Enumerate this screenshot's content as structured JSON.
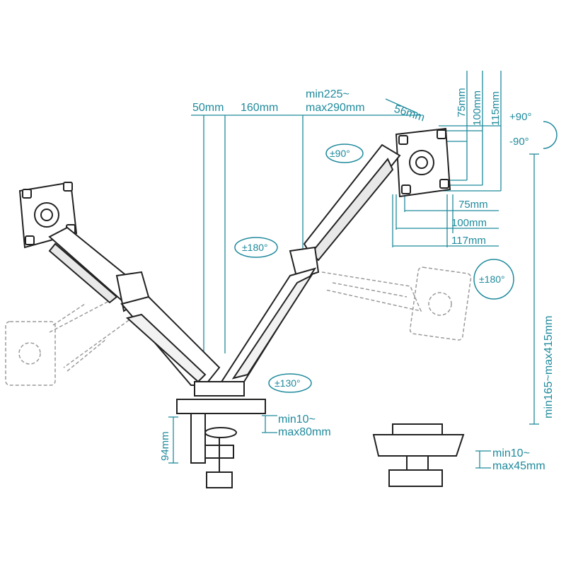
{
  "colors": {
    "dimension": "#1f8a9c",
    "line": "#222222",
    "ghost": "#9a9a9a",
    "fill_light": "#ffffff"
  },
  "top_dims": {
    "d50": "50mm",
    "d160": "160mm",
    "reach_min": "min225~",
    "reach_max": "max290mm",
    "d56": "56mm"
  },
  "vesa_vertical": {
    "v75": "75mm",
    "v100": "100mm",
    "v115": "115mm"
  },
  "vesa_horizontal": {
    "h75": "75mm",
    "h100": "100mm",
    "h117": "117mm"
  },
  "tilt": {
    "up": "+90°",
    "down": "-90°"
  },
  "rotations": {
    "swivel_90": "±90°",
    "swivel_180_left": "±180°",
    "swivel_180_right": "±180°",
    "swivel_130": "±130°"
  },
  "height_range": "min165~max415mm",
  "clamp": {
    "height": "94mm",
    "desk_min": "min10~",
    "desk_max": "max80mm"
  },
  "grommet": {
    "desk_min": "min10~",
    "desk_max": "max45mm"
  }
}
